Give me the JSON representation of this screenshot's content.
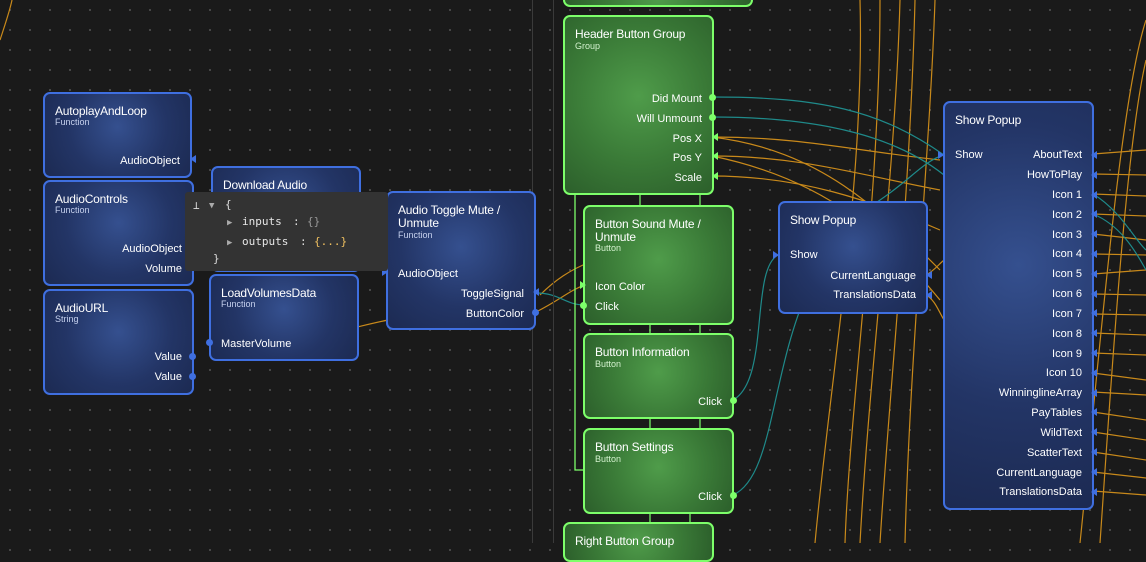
{
  "nodes": {
    "autoplay": {
      "title": "AutoplayAndLoop",
      "subtitle": "Function",
      "outputs": [
        "AudioObject"
      ]
    },
    "controls": {
      "title": "AudioControls",
      "subtitle": "Function",
      "outputs": [
        "AudioObject",
        "Volume"
      ]
    },
    "audiourl": {
      "title": "AudioURL",
      "subtitle": "String",
      "outputs": [
        "Value",
        "Value"
      ]
    },
    "download": {
      "title": "Download Audio"
    },
    "loadvol": {
      "title": "LoadVolumesData",
      "subtitle": "Function",
      "inputs": [
        "MasterVolume"
      ]
    },
    "toggle": {
      "title": "Audio Toggle Mute / Unmute",
      "subtitle": "Function",
      "inputs": [
        "AudioObject"
      ],
      "outputs": [
        "ToggleSignal",
        "ButtonColor"
      ]
    },
    "header": {
      "title": "Header Button Group",
      "subtitle": "Group",
      "ports": [
        "Did Mount",
        "Will Unmount",
        "Pos X",
        "Pos Y",
        "Scale"
      ]
    },
    "sound": {
      "title": "Button Sound Mute / Unmute",
      "subtitle": "Button",
      "inputs": [
        "Icon Color",
        "Click"
      ]
    },
    "info": {
      "title": "Button Information",
      "subtitle": "Button",
      "outputs": [
        "Click"
      ]
    },
    "settings": {
      "title": "Button Settings",
      "subtitle": "Button",
      "outputs": [
        "Click"
      ]
    },
    "right": {
      "title": "Right Button Group"
    },
    "popup_small": {
      "title": "Show Popup",
      "inputs": [
        "Show"
      ],
      "outputs": [
        "CurrentLanguage",
        "TranslationsData"
      ]
    },
    "popup_big": {
      "title": "Show Popup",
      "inputs": [
        "Show"
      ],
      "outputs": [
        "AboutText",
        "HowToPlay",
        "Icon 1",
        "Icon 2",
        "Icon 3",
        "Icon 4",
        "Icon 5",
        "Icon 6",
        "Icon 7",
        "Icon 8",
        "Icon 9",
        "Icon 10",
        "WinninglineArray",
        "PayTables",
        "WildText",
        "ScatterText",
        "CurrentLanguage",
        "TranslationsData"
      ]
    }
  },
  "tooltip": {
    "open_brace": "{",
    "close_brace": "}",
    "inputs_key": "inputs",
    "inputs_val": "{}",
    "outputs_key": "outputs",
    "outputs_val": "{...}",
    "pin_icon": "pin-icon"
  },
  "colors": {
    "blue_border": "#3f6fe0",
    "green_border": "#7dff6a",
    "wire_orange": "#c8891a",
    "wire_teal": "#1f8a8a",
    "background": "#1a1a1a"
  }
}
